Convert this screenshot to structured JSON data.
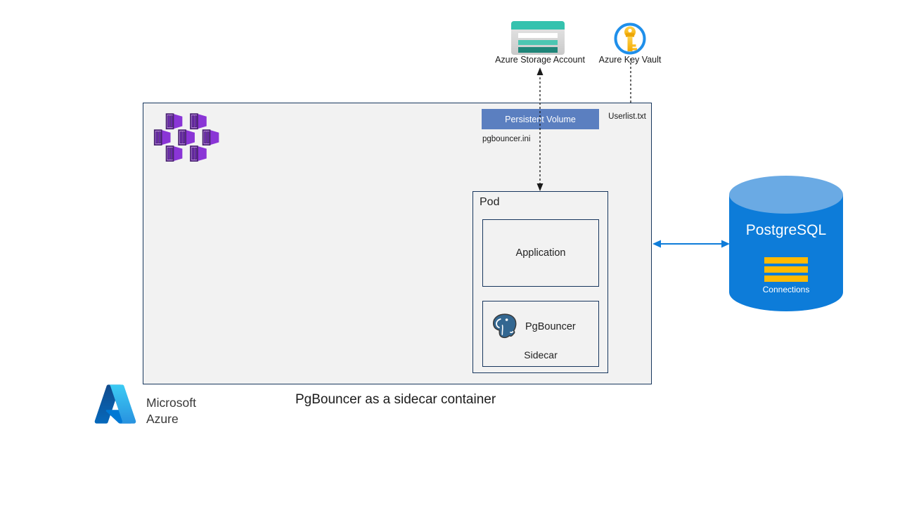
{
  "page": {
    "caption": "PgBouncer as a sidecar container"
  },
  "top": {
    "storage_label": "Azure Storage Account",
    "keyvault_label": "Azure Key Vault"
  },
  "cluster": {
    "persistent_volume": "Persistent Volume",
    "userlist_file": "Userlist.txt",
    "pgbouncer_ini_file": "pgbouncer.ini",
    "pod": {
      "title": "Pod",
      "application": "Application",
      "pgbouncer": "PgBouncer",
      "sidecar": "Sidecar"
    }
  },
  "database": {
    "title": "PostgreSQL",
    "connections": "Connections"
  },
  "branding": {
    "company": "Microsoft",
    "product": "Azure"
  },
  "icons": {
    "aks_cubes": "kubernetes-containers-icon",
    "storage": "azure-storage-account-icon",
    "keyvault": "azure-key-vault-icon",
    "postgres_elephant": "postgresql-elephant-icon",
    "azure_logo": "microsoft-azure-logo"
  },
  "colors": {
    "cluster_fill": "#f2f2f2",
    "box_border": "#17365d",
    "persistent_volume_blue": "#5b7fc0",
    "postgres_body_blue": "#0d7cd9",
    "postgres_top_blue": "#6aaae4",
    "connections_yellow": "#ffb900",
    "storage_teal": "#35c2ae",
    "storage_teal_dark": "#1f8679",
    "keyvault_ring_blue": "#1f8fea",
    "key_gold": "#ffc820",
    "container_purple": "#8a35d6",
    "arrow_blue": "#0f7cd9",
    "azure_brand_blue": "#0078d4"
  }
}
